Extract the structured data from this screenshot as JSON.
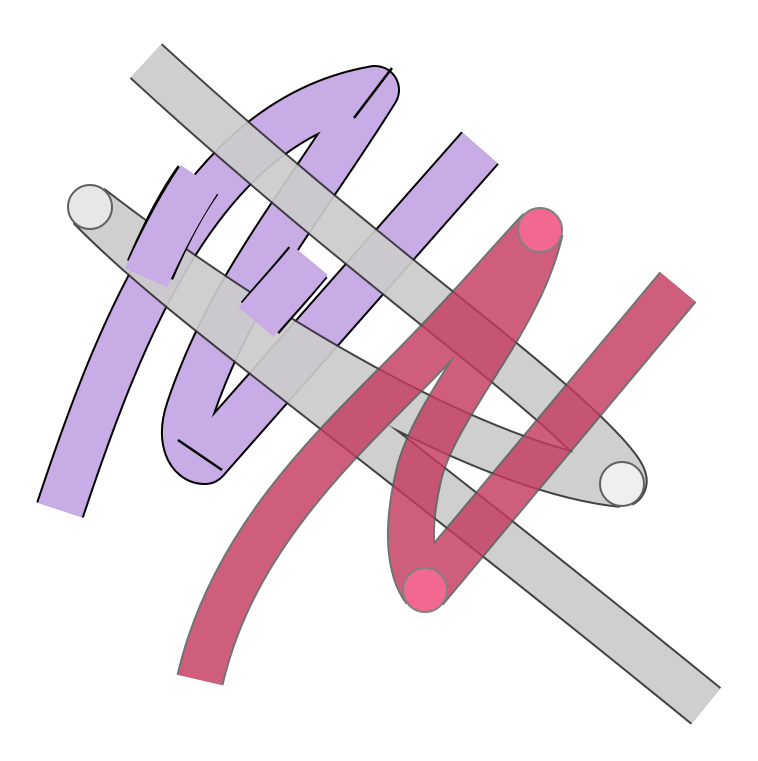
{
  "diagram": {
    "kind": "interlaced tube knot",
    "background": "#ffffff",
    "colors": {
      "purple_fill": "#c7ace6",
      "purple_stroke": "#000000",
      "gray_fill": "#cccccc",
      "gray_stroke": "#333333",
      "gray_end_cap": "#e6e6e6",
      "red_fill": "#c43b60",
      "red_stroke": "#555555",
      "red_end_cap": "#f0487a"
    },
    "strands": [
      {
        "id": "purple-strand",
        "color": "purple",
        "opacity": 1.0
      },
      {
        "id": "gray-strand",
        "color": "gray",
        "opacity": 0.9
      },
      {
        "id": "red-strand",
        "color": "red",
        "opacity": 0.8
      }
    ]
  }
}
